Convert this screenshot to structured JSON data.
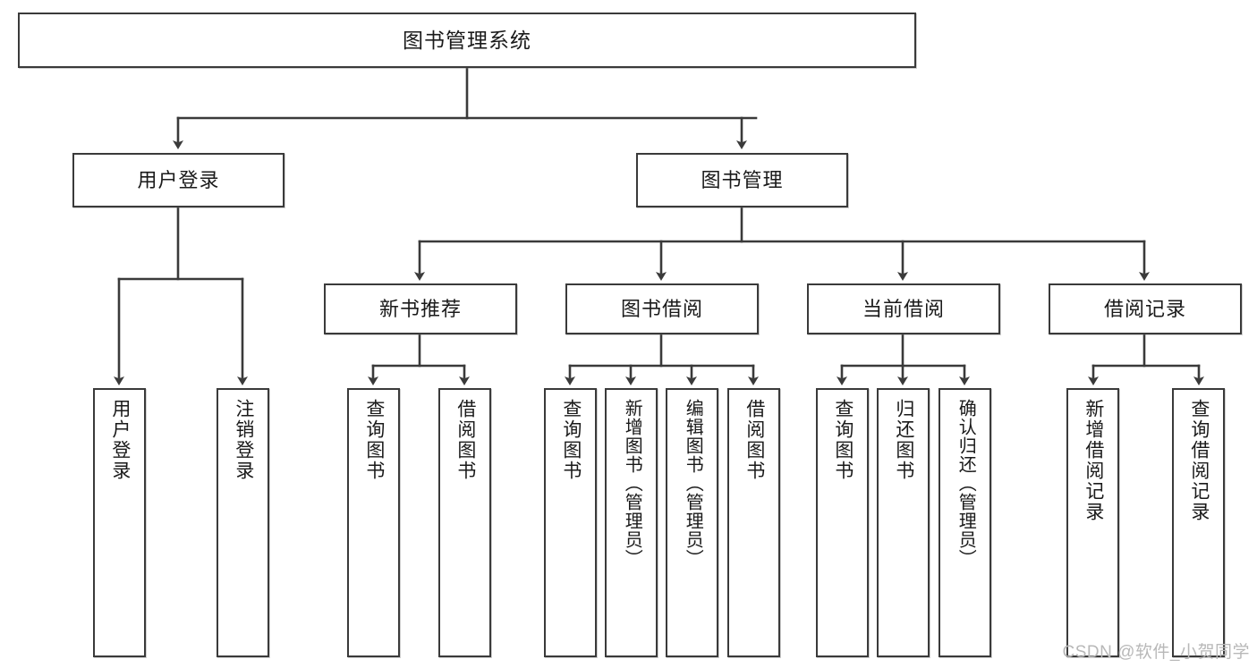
{
  "diagram": {
    "title": "图书管理系统",
    "type": "tree-hierarchy",
    "watermark": "CSDN @软件_小贺同学",
    "colors": {
      "stroke": "#3a3a3a",
      "fill": "#ffffff",
      "text": "#1a1a1a",
      "watermark": "#b8b8b8"
    },
    "nodes": {
      "root": {
        "label": "图书管理系统"
      },
      "level2": [
        {
          "id": "user-login",
          "label": "用户登录"
        },
        {
          "id": "book-manage",
          "label": "图书管理"
        }
      ],
      "level3": [
        {
          "id": "new-book-rec",
          "label": "新书推荐"
        },
        {
          "id": "book-borrow",
          "label": "图书借阅"
        },
        {
          "id": "current-borrow",
          "label": "当前借阅"
        },
        {
          "id": "borrow-record",
          "label": "借阅记录"
        }
      ],
      "leaves": {
        "user-login": [
          {
            "id": "leaf-user-login",
            "label": "用户登录"
          },
          {
            "id": "leaf-user-logout",
            "label": "注销登录"
          }
        ],
        "new-book-rec": [
          {
            "id": "leaf-query-book-1",
            "label": "查询图书"
          },
          {
            "id": "leaf-borrow-book-1",
            "label": "借阅图书"
          }
        ],
        "book-borrow": [
          {
            "id": "leaf-query-book-2",
            "label": "查询图书"
          },
          {
            "id": "leaf-add-book",
            "label": "新增图书（管理员）"
          },
          {
            "id": "leaf-edit-book",
            "label": "编辑图书（管理员）"
          },
          {
            "id": "leaf-borrow-book-2",
            "label": "借阅图书"
          }
        ],
        "current-borrow": [
          {
            "id": "leaf-query-book-3",
            "label": "查询图书"
          },
          {
            "id": "leaf-return-book",
            "label": "归还图书"
          },
          {
            "id": "leaf-confirm-return",
            "label": "确认归还（管理员）"
          }
        ],
        "borrow-record": [
          {
            "id": "leaf-add-record",
            "label": "新增借阅记录"
          },
          {
            "id": "leaf-query-record",
            "label": "查询借阅记录"
          }
        ]
      }
    }
  }
}
